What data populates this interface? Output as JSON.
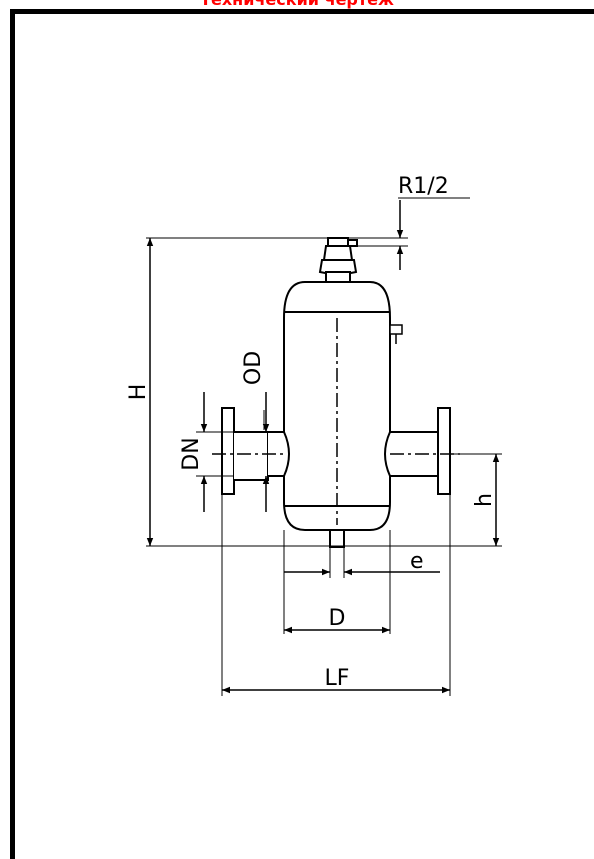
{
  "header": {
    "title": "Технический чертеж"
  },
  "labels": {
    "R": "R1/2",
    "H": "H",
    "OD": "OD",
    "DN": "DN",
    "h": "h",
    "e": "e",
    "D": "D",
    "LF": "LF"
  },
  "colors": {
    "title": "#ff0000",
    "line": "#000000",
    "background": "#ffffff"
  }
}
